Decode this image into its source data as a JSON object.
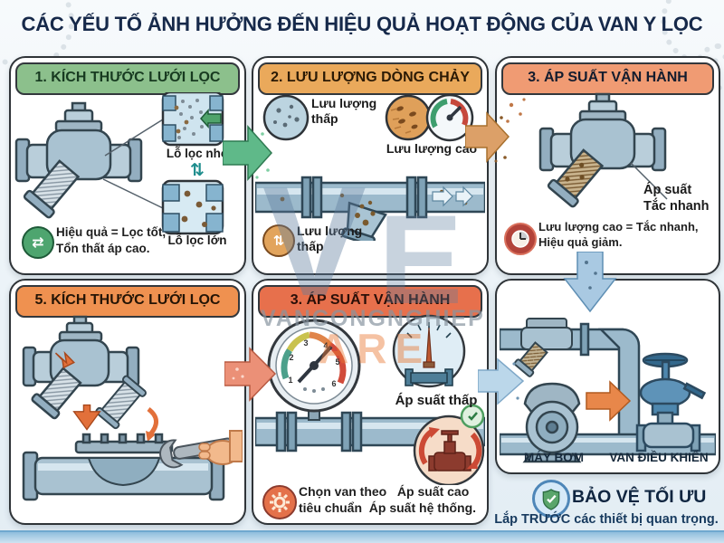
{
  "title": "CÁC YẾU TỐ ẢNH HƯỞNG ĐẾN HIỆU QUẢ HOẠT ĐỘNG CỦA VAN Y LỌC",
  "watermark": {
    "letter1": "V",
    "letter2": "E",
    "name": "VANCONGNGHIEP",
    "sub": "ARE"
  },
  "panel1": {
    "header": "1. KÍCH THƯỚC LƯỚI LỌC",
    "inset_small_label": "Lỗ lọc nhỏ",
    "inset_large_label": "Lỗ lọc lớn",
    "updown_glyph": "⇅",
    "exchange_glyph": "⇄",
    "note_line1": "Hiệu quả = Lọc tốt,",
    "note_line2": "Tổn thất áp cao."
  },
  "panel2": {
    "header": "2. LƯU LƯỢNG DÒNG CHẢY",
    "low_flow_line1": "Lưu lượng",
    "low_flow_line2": "thấp",
    "high_flow_label": "Lưu lượng cao",
    "bottom_icon_glyph": "⇅",
    "bottom_line1": "Lưu lượng",
    "bottom_line2": "thấp"
  },
  "panel3": {
    "header": "3. ÁP SUẤT VẬN HÀNH",
    "clog_line1": "Áp suất",
    "clog_line2": "Tắc nhanh",
    "note_line1": "Lưu lượng cao = Tắc nhanh,",
    "note_line2": "Hiệu quả giảm."
  },
  "panel4": {
    "header": "5. KÍCH THƯỚC LƯỚI LỌC"
  },
  "panel5": {
    "header": "3. ÁP SUẤT VẬN HÀNH",
    "gauge_ticks": [
      "1",
      "2",
      "3",
      "4",
      "5",
      "6"
    ],
    "low_pressure_label": "Áp suất thấp",
    "high_pressure_label": "Áp suất cao",
    "note_left_line1": "Chọn van theo",
    "note_left_line2": "tiêu chuẩn",
    "note_right_line2": "Áp suất hệ thống."
  },
  "panel6": {
    "pump_label": "MÁY BƠM",
    "valve_label": "VAN ĐIỀU KHIỂN",
    "protect_title": "BẢO VỆ TỐI ƯU",
    "protect_check": "✓",
    "protect_note": "Lắp TRƯỚC các thiết bị quan trọng."
  },
  "colors": {
    "page_bg": "#EAF2F7",
    "title_text": "#16294A",
    "panel_border": "#2F3438",
    "header1_bg": "#8CC08C",
    "header2_bg": "#EAA95B",
    "header3_bg": "#F09B73",
    "header4_bg": "#EF9150",
    "header5_bg": "#E7704C",
    "pipe_steel": "#A9C2D1",
    "arrow_green": "#5FB989",
    "arrow_tan": "#DCA068",
    "arrow_salmon": "#EB9077",
    "arrow_blue": "#A9C9E2",
    "shield_green": "#5AA56B",
    "footer_strip": "#BFD9EA"
  }
}
